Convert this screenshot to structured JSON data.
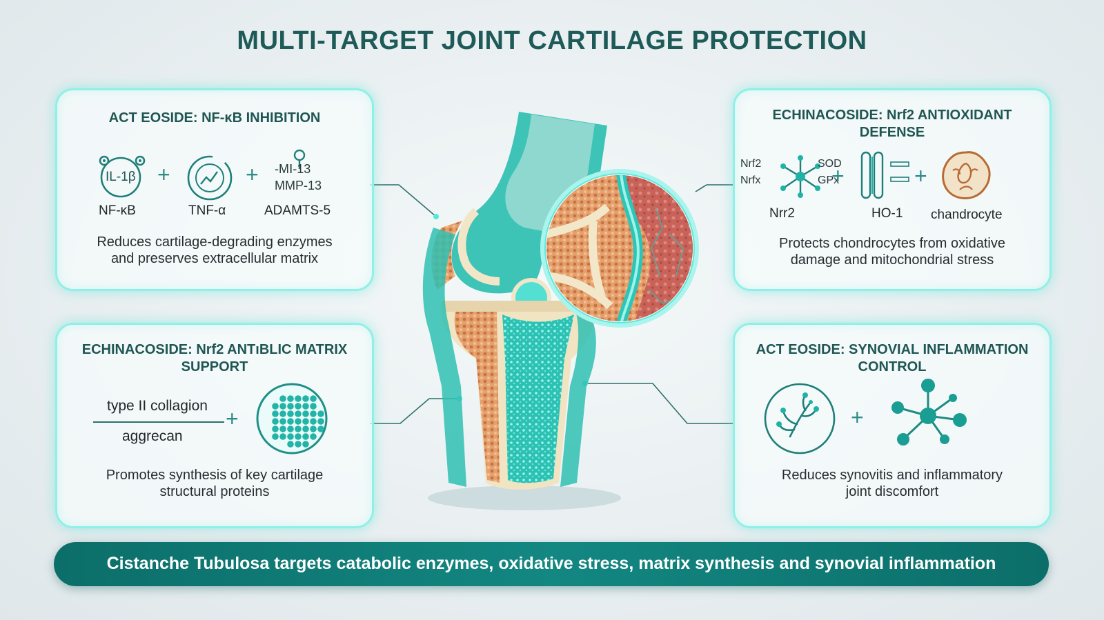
{
  "title": "MULTI-TARGET JOINT CARTILAGE PROTECTION",
  "panels": {
    "top_left": {
      "title": "ACT EOSIDE: NF-κB INHIBITION",
      "icon_glyph": "IL-1β",
      "mmp_line1": "‐MⅠ-13",
      "mmp_line2": "MMP-13",
      "labels": [
        "NF-κB",
        "TNF-α",
        "ADAMTS-5"
      ],
      "description_line1": "Reduces cartilage-degrading enzymes",
      "description_line2": "and preserves extracellular matrix",
      "icons": [
        "il1b-icon",
        "tnf-alpha-icon",
        "mmp13-icon"
      ]
    },
    "top_right": {
      "title_line1": "ECHINACOSIDE: Nrf2 ANTIOXIDANT",
      "title_line2": "DEFENSE",
      "molecule_labels": [
        "Nrf2",
        "Nrfx",
        "SOD",
        "GPx"
      ],
      "labels": [
        "Nrr2",
        "HO-1",
        "chandrocyte"
      ],
      "description_line1": "Protects chondrocytes from oxidative",
      "description_line2": "damage and mitochondrial stress",
      "icons": [
        "nrf2-molecule-icon",
        "ho1-icon",
        "chondrocyte-icon"
      ]
    },
    "bottom_left": {
      "title_line1": "ECHINACOSIDE: Nrf2 ANTıBLIC MATRIX",
      "title_line2": "SUPPORT",
      "label_top": "type II collagion",
      "label_bottom": "aggrecan",
      "description_line1": "Promotes synthesis of key cartilage",
      "description_line2": "structural proteins",
      "icons": [
        "proteoglycan-sphere-icon"
      ]
    },
    "bottom_right": {
      "title_line1": "ACT EOSIDE: SYNOVIAL INFLAMMATION",
      "title_line2": "CONTROL",
      "description_line1": "Reduces synovitis and inflammatory",
      "description_line2": "joint discomfort",
      "icons": [
        "plant-icon",
        "molecule-icon"
      ]
    }
  },
  "banner": "Cistanche Tubulosa targets catabolic enzymes, oxidative stress, matrix synthesis and synovial inflammation",
  "colors": {
    "title": "#1e5a58",
    "panel_glow": "#8ff0e6",
    "teal": "#1fb3a8",
    "banner": "#0f7a75"
  }
}
